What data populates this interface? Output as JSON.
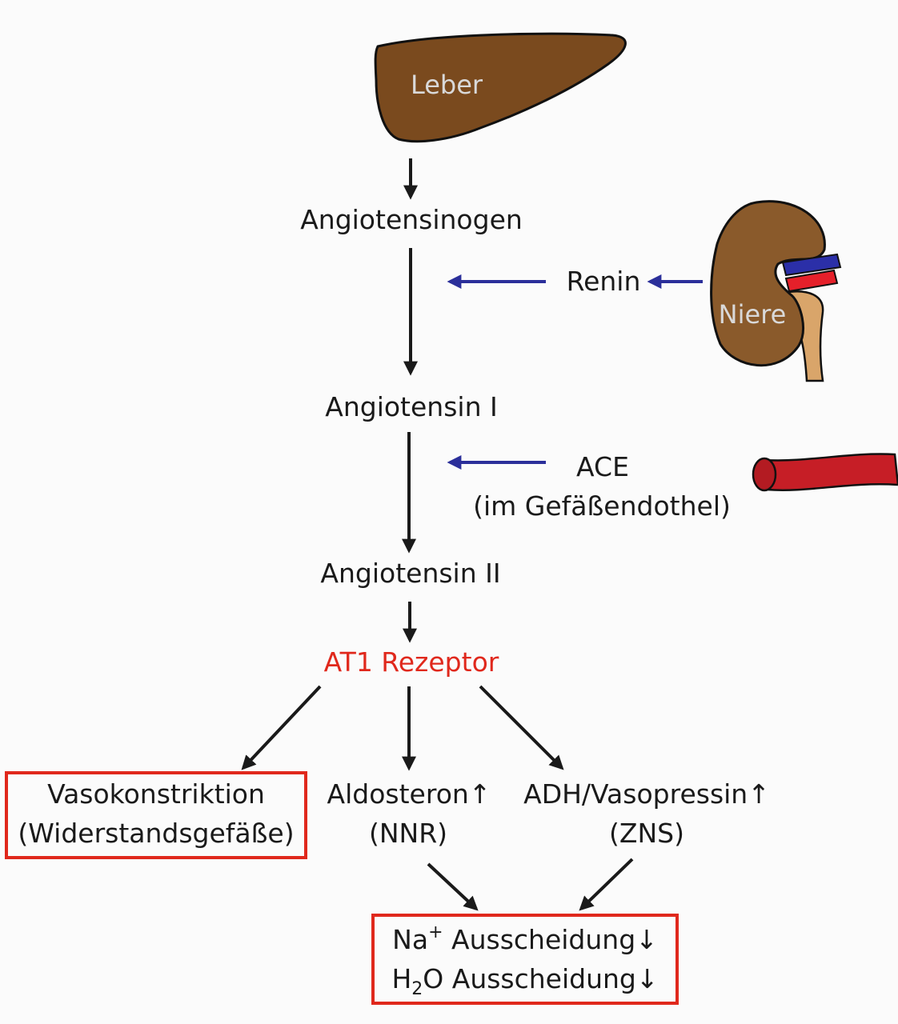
{
  "organs": {
    "liver": "Leber",
    "kidney": "Niere"
  },
  "cascade": {
    "angiotensinogen": "Angiotensinogen",
    "renin": "Renin",
    "angiotensin_1": "Angiotensin I",
    "ace": "ACE",
    "ace_location": "(im Gefäßendothel)",
    "angiotensin_2": "Angiotensin II",
    "receptor": "AT1 Rezeptor"
  },
  "effects": {
    "vasoconstriction": "Vasokonstriktion",
    "vasoconstriction_site": "(Widerstandsgefäße)",
    "aldosterone": "Aldosteron↑",
    "aldosterone_site": "(NNR)",
    "adh": "ADH/Vasopressin↑",
    "adh_site": "(ZNS)"
  },
  "excretion": {
    "sodium_prefix": "Na",
    "sodium_charge": "+",
    "sodium_suffix": " Ausscheidung↓",
    "water_prefix": "H",
    "water_index": "2",
    "water_suffix": "O Ausscheidung↓"
  },
  "colors": {
    "liver": "#7a4a1e",
    "kidney": "#8a5a2b",
    "ureter": "#d9a56a",
    "vein": "#2b2fa8",
    "artery": "#e5202a",
    "vessel": "#c61e26",
    "enzyme_arrow": "#2b2f9a",
    "highlight": "#e0281c"
  }
}
